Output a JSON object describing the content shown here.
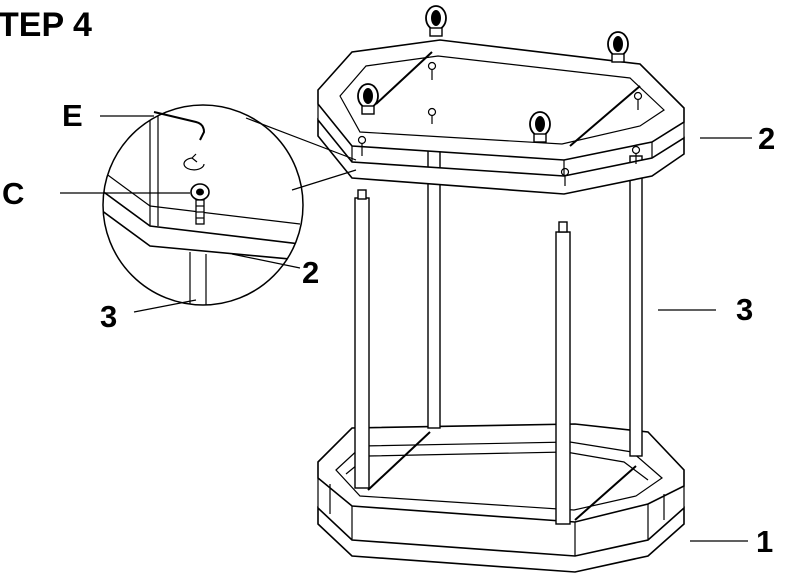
{
  "diagram": {
    "step_title": "TEP 4",
    "labels": {
      "hex_key": "E",
      "bolt": "C",
      "detail_frame": "2",
      "detail_post": "3",
      "top_frame": "2",
      "post": "3",
      "base": "1"
    },
    "colors": {
      "line": "#000000",
      "background": "#ffffff"
    },
    "icons": [
      "allen-key-icon",
      "rotate-arrow-icon",
      "bolt-icon",
      "caster-wheel-icon"
    ]
  }
}
